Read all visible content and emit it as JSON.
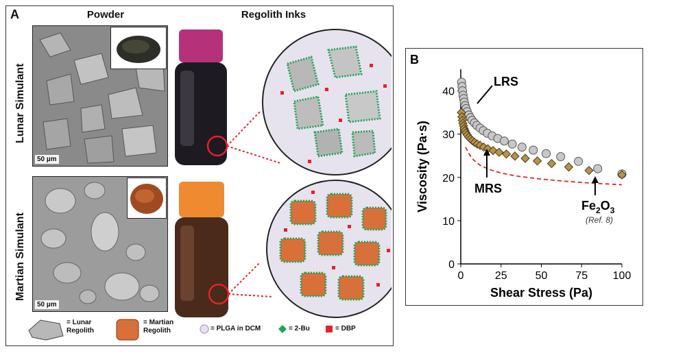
{
  "panel_a": {
    "label": "A",
    "powder_header": "Powder",
    "inks_header": "Regolith Inks",
    "lunar_label": "Lunar Simulant",
    "martian_label": "Martian Simulant",
    "scale_bar_lunar": "50 µm",
    "scale_bar_martian": "50 µm",
    "legend": {
      "lunar": "= Lunar Regolith",
      "martian": "= Martian Regolith",
      "plga": "= PLGA in DCM",
      "bu": "= 2-Bu",
      "dbp": "= DBP"
    },
    "colors": {
      "lunar_particle": "#b8b8b8",
      "martian_particle": "#d9703a",
      "bu": "#1fa55a",
      "dbp": "#e8202a",
      "plga": "#b9a6d9"
    }
  },
  "panel_b": {
    "label": "B",
    "annotations": {
      "lrs": "LRS",
      "mrs": "MRS",
      "fe2o3_main": "Fe",
      "fe2o3_sub1": "2",
      "fe2o3_mid": "O",
      "fe2o3_sub2": "3",
      "ref": "(Ref. 8)"
    }
  },
  "chart_data": {
    "type": "scatter",
    "xlabel": "Shear Stress (Pa)",
    "ylabel": "Viscosity (Pa·s)",
    "xlim": [
      0,
      100
    ],
    "ylim": [
      0,
      45
    ],
    "xticks": [
      0,
      25,
      50,
      75,
      100
    ],
    "yticks": [
      0,
      10,
      20,
      30,
      40
    ],
    "series": [
      {
        "name": "LRS",
        "marker": "circle",
        "color": "#c8c8c8",
        "x": [
          0.5,
          0.8,
          1.1,
          1.4,
          1.8,
          2.2,
          2.7,
          3.3,
          4,
          5,
          6,
          7,
          8.5,
          10,
          12,
          14,
          16.5,
          19.5,
          23,
          27,
          32,
          38,
          45,
          53,
          62,
          73,
          85,
          100
        ],
        "y": [
          42,
          41,
          40,
          39,
          38.2,
          37.4,
          36.6,
          35.9,
          35.2,
          34.4,
          33.8,
          33.2,
          32.6,
          32,
          31.4,
          30.8,
          30.2,
          29.6,
          29,
          28.4,
          27.7,
          27,
          26.3,
          25.5,
          24.8,
          23.7,
          22,
          20.8
        ]
      },
      {
        "name": "MRS",
        "marker": "diamond",
        "color": "#b8924a",
        "x": [
          0.4,
          0.7,
          1,
          1.3,
          1.7,
          2.1,
          2.6,
          3.2,
          4,
          5,
          6,
          7.2,
          8.6,
          10.2,
          12,
          14.2,
          16.8,
          20,
          23.8,
          28.3,
          33.6,
          40,
          47.5,
          56.4,
          67,
          79.6,
          100
        ],
        "y": [
          35,
          34,
          33.2,
          32.5,
          31.9,
          31.3,
          30.8,
          30.3,
          29.8,
          29.3,
          28.9,
          28.5,
          28.1,
          27.7,
          27.4,
          27,
          26.6,
          26.2,
          25.8,
          25.4,
          24.9,
          24.4,
          23.8,
          23.2,
          22.4,
          21.6,
          20.6
        ]
      },
      {
        "name": "Fe2O3",
        "marker": "dashed-line",
        "color": "#e8202a",
        "x": [
          3,
          5,
          8,
          12,
          18,
          25,
          35,
          50,
          65,
          80,
          100
        ],
        "y": [
          27,
          25.5,
          24,
          22.8,
          21.8,
          21,
          20.3,
          19.6,
          19.1,
          18.7,
          18.3
        ]
      }
    ]
  }
}
